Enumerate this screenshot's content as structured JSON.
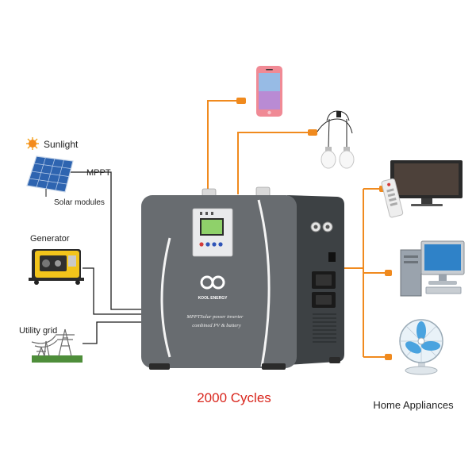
{
  "inputs": {
    "sunlight": "Sunlight",
    "mppt": "MPPT",
    "solar_modules": "Solar modules",
    "generator": "Generator",
    "utility_grid": "Utility grid"
  },
  "device": {
    "brand": "KOOL ENERGY",
    "text_line1": "MPPTSolar power inverter",
    "text_line2": "combined PV & battery"
  },
  "footer": {
    "cycles": "2000 Cycles",
    "home_appliances": "Home Appliances"
  },
  "colors": {
    "device_body": "#676b6f",
    "device_dark": "#3e4245",
    "output_wire": "#f08a1e",
    "input_wire": "#1c1c1c",
    "cycles_text": "#d9251c",
    "screen": "#8fd16a"
  },
  "icons": {
    "phone": "smartphone-icon",
    "bulbs": "light-bulbs-icon",
    "tv": "tv-icon",
    "remote": "remote-control-icon",
    "computer": "desktop-computer-icon",
    "fan": "electric-fan-icon",
    "sun": "sun-icon",
    "solar_panel": "solar-panel-icon",
    "generator": "generator-icon",
    "pylon": "power-pylon-icon",
    "brand_logo": "infinity-logo-icon"
  }
}
